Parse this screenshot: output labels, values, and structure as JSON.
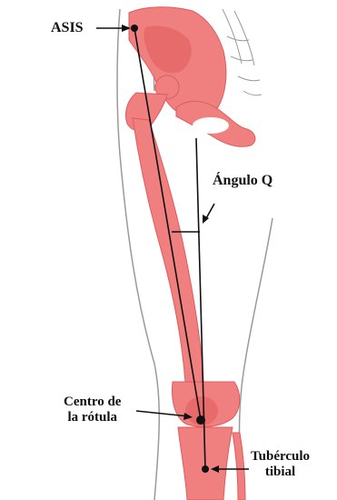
{
  "labels": {
    "asis": "ASIS",
    "q_angle": "Ángulo Q",
    "patella_center_line1": "Centro de",
    "patella_center_line2": "la rótula",
    "tibial_tubercle_line1": "Tubérculo",
    "tibial_tubercle_line2": "tibial"
  },
  "colors": {
    "bone_fill": "#f08080",
    "bone_dark": "#e05a5a",
    "outline": "#9a9a9a",
    "line": "#111111",
    "background": "#ffffff"
  }
}
